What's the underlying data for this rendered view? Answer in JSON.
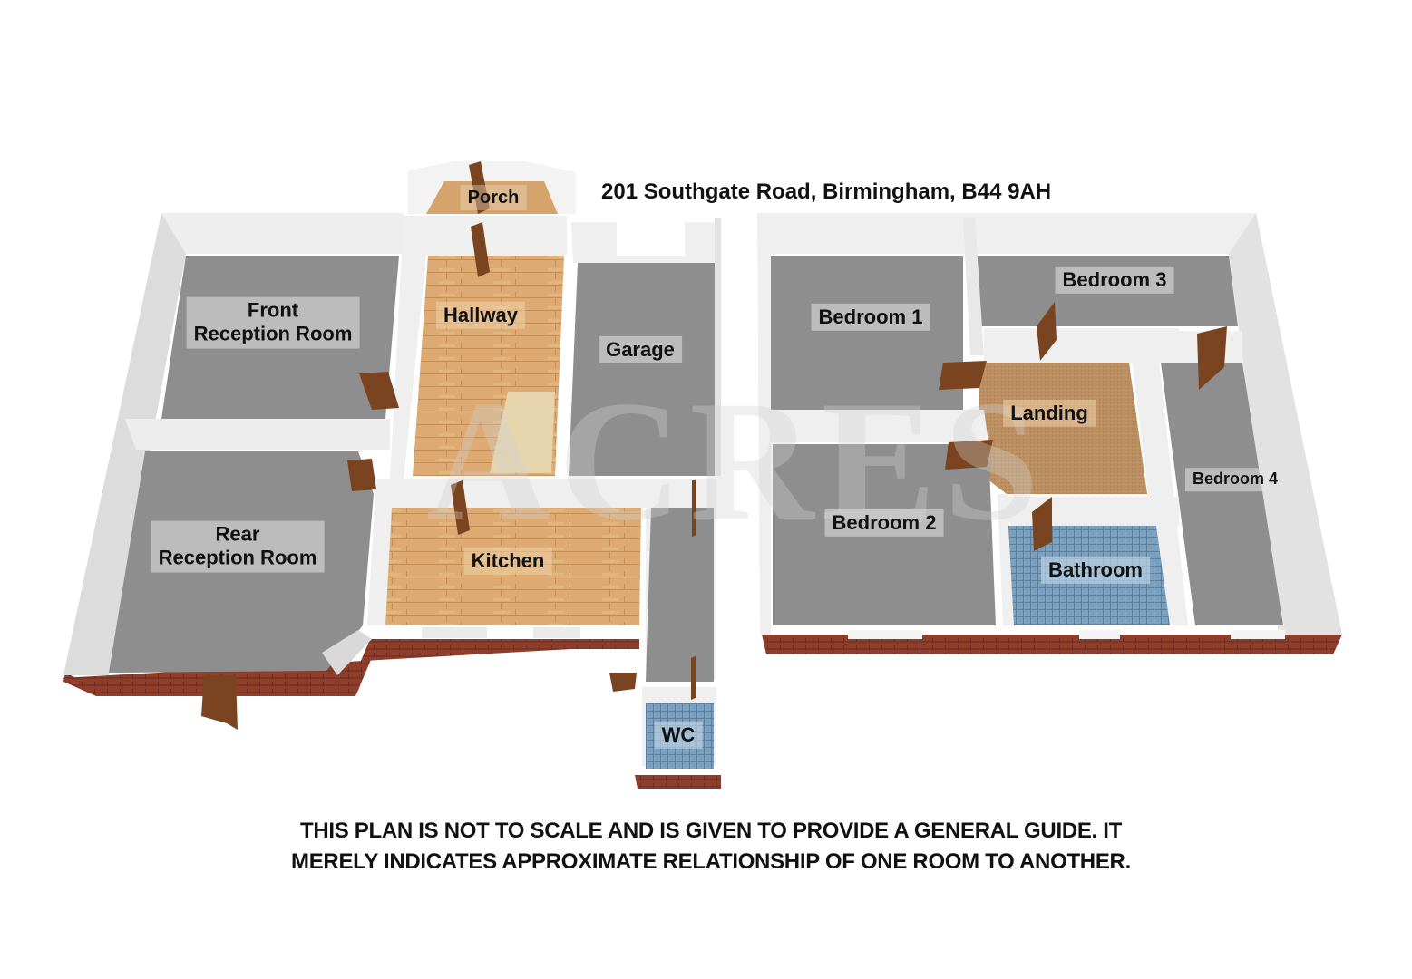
{
  "address": "201 Southgate Road, Birmingham, B44 9AH",
  "watermark": "ACRES",
  "disclaimer": "THIS PLAN IS NOT TO SCALE AND IS GIVEN TO PROVIDE A GENERAL GUIDE. IT MERELY INDICATES APPROXIMATE RELATIONSHIP OF ONE ROOM TO ANOTHER.",
  "colors": {
    "floor_grey": "#8e8e8e",
    "wall_white": "#f2f2f2",
    "brick": "#8a3a2a",
    "wood": "#d9a46a",
    "carpet": "#b98d5f",
    "tile": "#6f93b3",
    "door": "#7a4420"
  },
  "floors": {
    "ground": {
      "rooms": [
        {
          "id": "porch",
          "label": "Porch"
        },
        {
          "id": "front-reception",
          "label": "Front\nReception Room",
          "line1": "Front",
          "line2": "Reception Room"
        },
        {
          "id": "hallway",
          "label": "Hallway"
        },
        {
          "id": "garage",
          "label": "Garage"
        },
        {
          "id": "rear-reception",
          "label": "Rear\nReception Room",
          "line1": "Rear",
          "line2": "Reception Room"
        },
        {
          "id": "kitchen",
          "label": "Kitchen"
        },
        {
          "id": "wc",
          "label": "WC"
        }
      ]
    },
    "first": {
      "rooms": [
        {
          "id": "bedroom-1",
          "label": "Bedroom 1"
        },
        {
          "id": "bedroom-3",
          "label": "Bedroom 3"
        },
        {
          "id": "landing",
          "label": "Landing"
        },
        {
          "id": "bedroom-2",
          "label": "Bedroom 2"
        },
        {
          "id": "bathroom",
          "label": "Bathroom"
        },
        {
          "id": "bedroom-4",
          "label": "Bedroom 4"
        }
      ]
    }
  }
}
